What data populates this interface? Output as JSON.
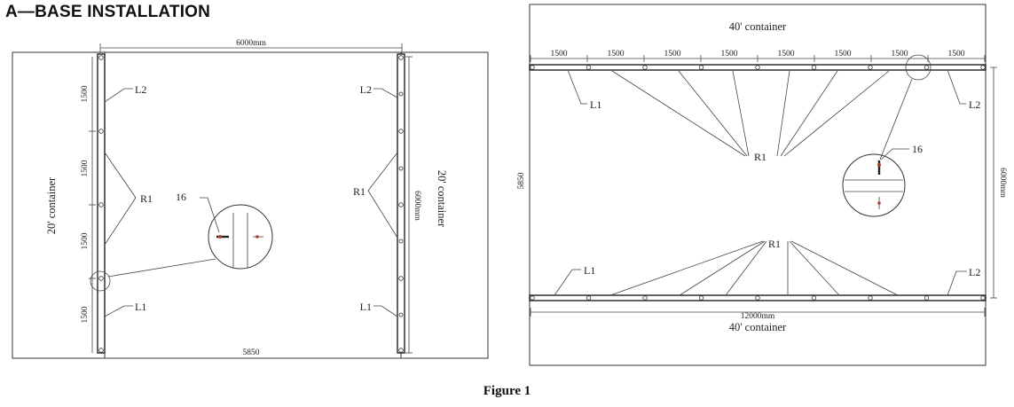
{
  "title": "A—BASE INSTALLATION",
  "caption": "Figure 1",
  "left_diagram": {
    "container_label": "20' container",
    "top_dim": "6000mm",
    "bottom_dim": "5850",
    "right_dim": "6000mm",
    "seg_dims": [
      "1500",
      "1500",
      "1500",
      "1500"
    ],
    "labels": {
      "l2": "L2",
      "l1": "L1",
      "r1": "R1",
      "pin": "16"
    }
  },
  "right_diagram": {
    "container_label": "40' container",
    "seg_dims": [
      "1500",
      "1500",
      "1500",
      "1500",
      "1500",
      "1500",
      "1500",
      "1500"
    ],
    "bottom_dim": "12000mm",
    "left_dim": "5850",
    "right_dim": "6000mm",
    "labels": {
      "l1": "L1",
      "l2": "L2",
      "r1": "R1",
      "pin": "16"
    }
  },
  "colors": {
    "line": "#333333",
    "pin": "#b04030"
  }
}
